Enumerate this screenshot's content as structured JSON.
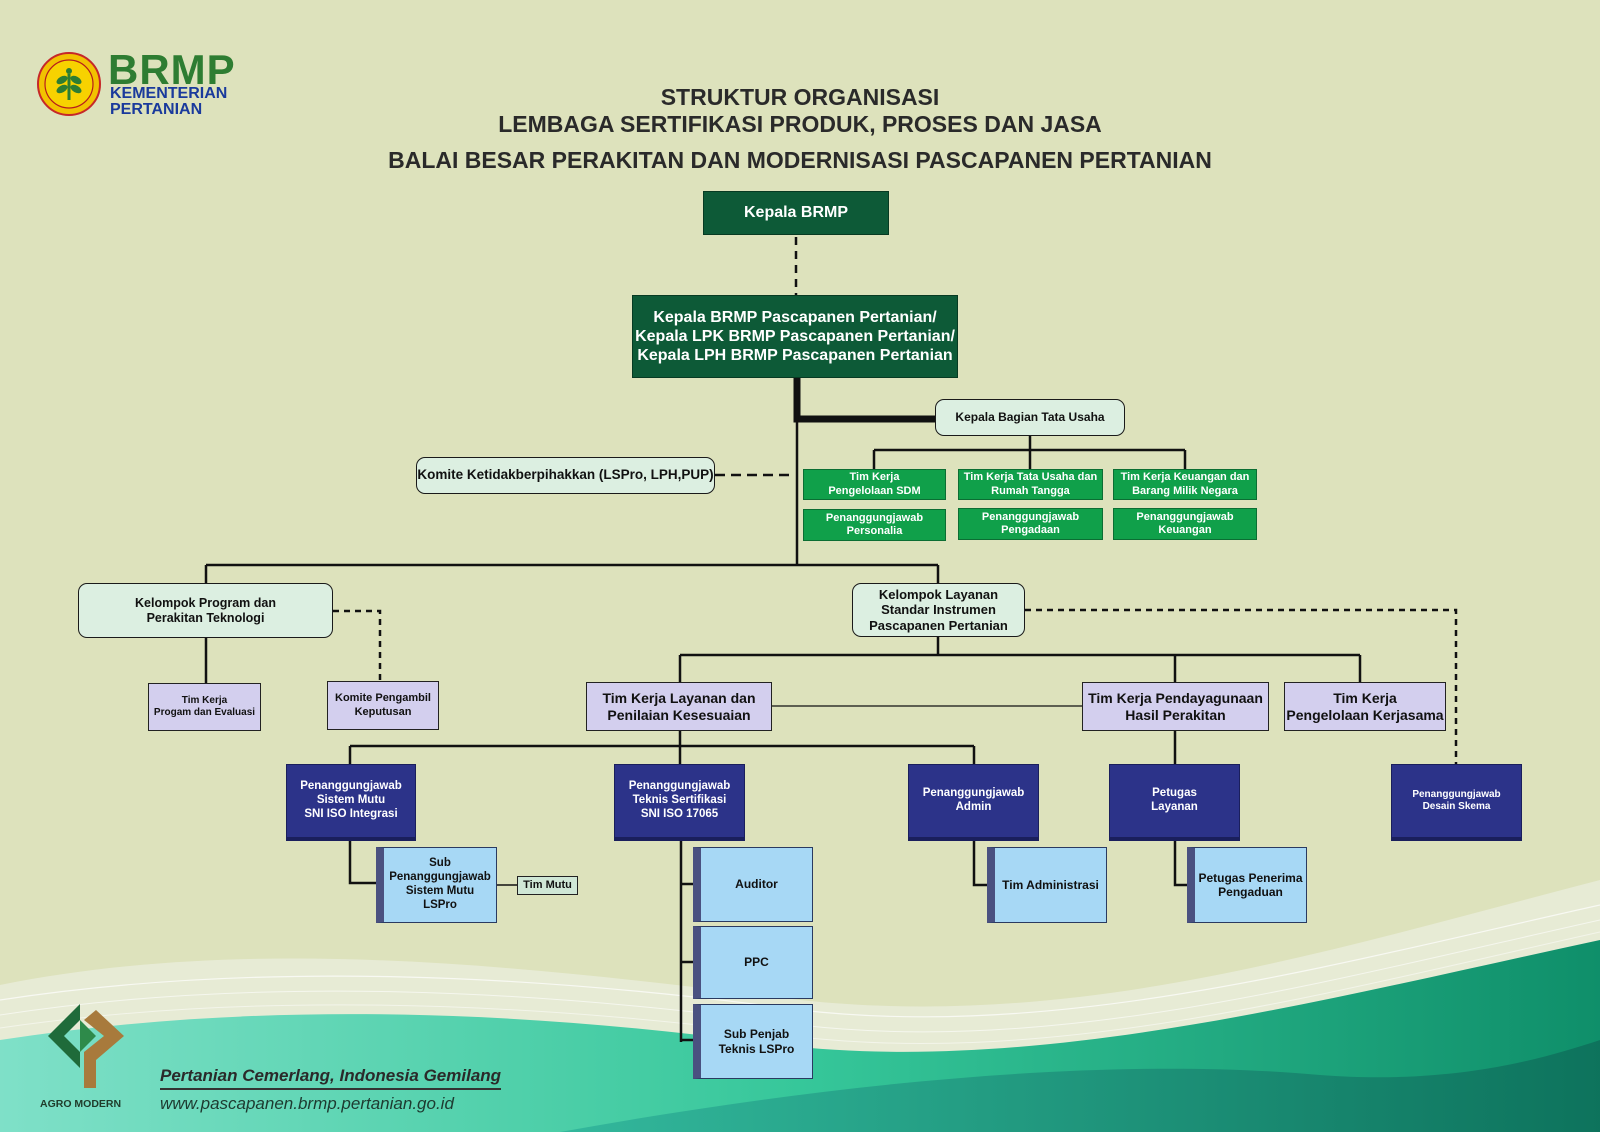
{
  "logo": {
    "brand": "BRMP",
    "ministry_line1": "KEMENTERIAN",
    "ministry_line2": "PERTANIAN"
  },
  "title": {
    "line1": "STRUKTUR ORGANISASI",
    "line2": "LEMBAGA SERTIFIKASI PRODUK, PROSES DAN JASA",
    "line3": "BALAI BESAR PERAKITAN DAN MODERNISASI PASCAPANEN PERTANIAN"
  },
  "nodes": {
    "kepala_brmp": [
      "Kepala BRMP"
    ],
    "kepala_pascapanen": [
      "Kepala BRMP Pascapanen Pertanian/",
      "Kepala LPK BRMP Pascapanen Pertanian/",
      "Kepala LPH BRMP Pascapanen Pertanian"
    ],
    "kabag_tu": [
      "Kepala Bagian Tata Usaha"
    ],
    "komite_ketidakberpihakan": [
      "Komite Ketidakberpihakkan (LSPro, LPH,PUP)"
    ],
    "tk_sdm": [
      "Tim Kerja",
      "Pengelolaan SDM"
    ],
    "tk_tu_rt": [
      "Tim Kerja Tata Usaha dan",
      "Rumah Tangga"
    ],
    "tk_keuangan": [
      "Tim Kerja Keuangan dan",
      "Barang Milik Negara"
    ],
    "pj_personalia": [
      "Penanggungjawab",
      "Personalia"
    ],
    "pj_pengadaan": [
      "Penanggungjawab",
      "Pengadaan"
    ],
    "pj_keuangan": [
      "Penanggungjawab",
      "Keuangan"
    ],
    "kel_program": [
      "Kelompok Program dan",
      "Perakitan Teknologi"
    ],
    "kel_layanan": [
      "Kelompok Layanan",
      "Standar Instrumen",
      "Pascapanen Pertanian"
    ],
    "tk_program_evaluasi": [
      "Tim Kerja",
      "Progam dan Evaluasi"
    ],
    "komite_keputusan": [
      "Komite Pengambil",
      "Keputusan"
    ],
    "tk_layanan_penilaian": [
      "Tim Kerja Layanan dan",
      "Penilaian Kesesuaian"
    ],
    "tk_pendayagunaan": [
      "Tim Kerja Pendayagunaan",
      "Hasil Perakitan"
    ],
    "tk_kerjasama": [
      "Tim Kerja",
      "Pengelolaan Kerjasama"
    ],
    "pj_sistem_mutu": [
      "Penanggungjawab",
      "Sistem Mutu",
      "SNI ISO Integrasi"
    ],
    "pj_teknis": [
      "Penanggungjawab",
      "Teknis Sertifikasi",
      "SNI ISO 17065"
    ],
    "pj_admin": [
      "Penanggungjawab",
      "Admin"
    ],
    "petugas_layanan": [
      "Petugas",
      "Layanan"
    ],
    "pj_desain_skema": [
      "Penanggungjawab",
      "Desain Skema"
    ],
    "sub_pj_mutu": [
      "Sub",
      "Penanggungjawab",
      "Sistem Mutu",
      "LSPro"
    ],
    "tim_mutu": [
      "Tim Mutu"
    ],
    "auditor": [
      "Auditor"
    ],
    "ppc": [
      "PPC"
    ],
    "sub_penjab": [
      "Sub Penjab",
      "Teknis LSPro"
    ],
    "tim_administrasi": [
      "Tim Administrasi"
    ],
    "petugas_pengaduan": [
      "Petugas Penerima",
      "Pengaduan"
    ]
  },
  "footer": {
    "agro_label": "AGRO MODERN",
    "slogan": "Pertanian Cemerlang, Indonesia Gemilang",
    "url": "www.pascapanen.brmp.pertanian.go.id"
  },
  "colors": {
    "background": "#dde2bc",
    "dark_green": "#0d5a37",
    "green": "#10a04a",
    "navy": "#2c3389",
    "lavender": "#d3cfee",
    "light_blue": "#a7d8f5",
    "mint": "#dcefe1",
    "brand_green": "#2e7d32",
    "brand_blue": "#1a3a9c"
  }
}
